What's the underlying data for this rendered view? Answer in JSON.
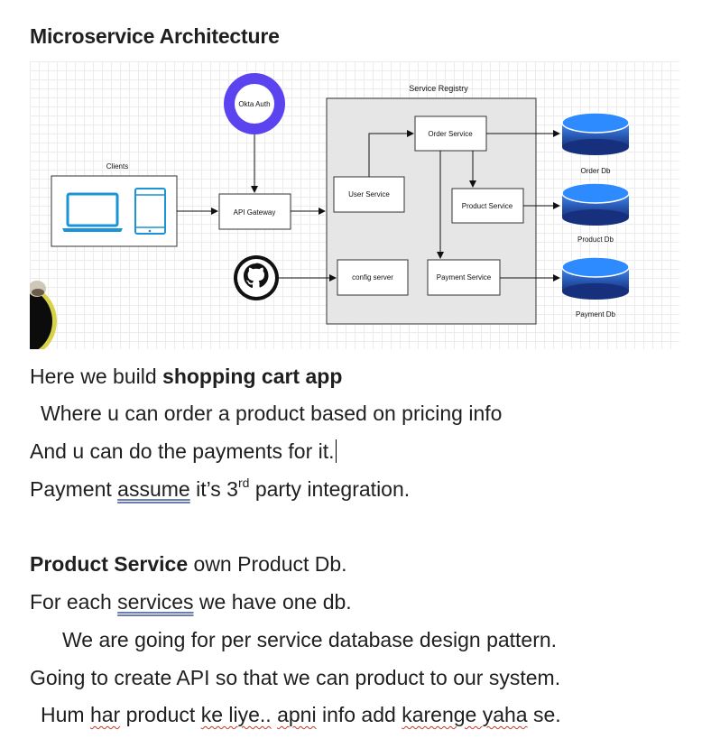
{
  "heading": "Microservice Architecture",
  "diagram": {
    "colors": {
      "okta": "#5b43f0",
      "db_top": "#2e8bff",
      "db_body": "#1e3fa8",
      "device": "#1a94d6",
      "registry_bg": "#e6e6e6"
    },
    "service_registry_label": "Service Registry",
    "okta_label": "Okta Auth",
    "clients_label": "Clients",
    "api_gateway_label": "API Gateway",
    "user_service_label": "User Service",
    "order_service_label": "Order Service",
    "product_service_label": "Product Service",
    "config_server_label": "config server",
    "payment_service_label": "Payment Service",
    "order_db_label": "Order Db",
    "product_db_label": "Product Db",
    "payment_db_label": "Payment Db",
    "github_icon": "github-octocat-icon"
  },
  "paragraphs": {
    "p1_a": "Here we build ",
    "p1_b": "shopping cart app",
    "p2": "Where u can order a product based on pricing info",
    "p3": "And u can do the payments for it.",
    "p4_a": "Payment ",
    "p4_b": "assume",
    "p4_c": " it’s 3",
    "p4_sup": "rd",
    "p4_d": " party integration.",
    "p5_a": "Product Service",
    "p5_b": " own Product Db.",
    "p6_a": "For each ",
    "p6_b": "services",
    "p6_c": " we have one db.",
    "p7": "We are going for per service database design pattern.",
    "p8": "Going to create API so that we can product to our system.",
    "p9_a": "Hum ",
    "p9_b": "har",
    "p9_c": " product ",
    "p9_d": "ke liye..",
    "p9_e": " ",
    "p9_f": "apni",
    "p9_g": " info add ",
    "p9_h": "karenge yaha",
    "p9_i": " se."
  }
}
